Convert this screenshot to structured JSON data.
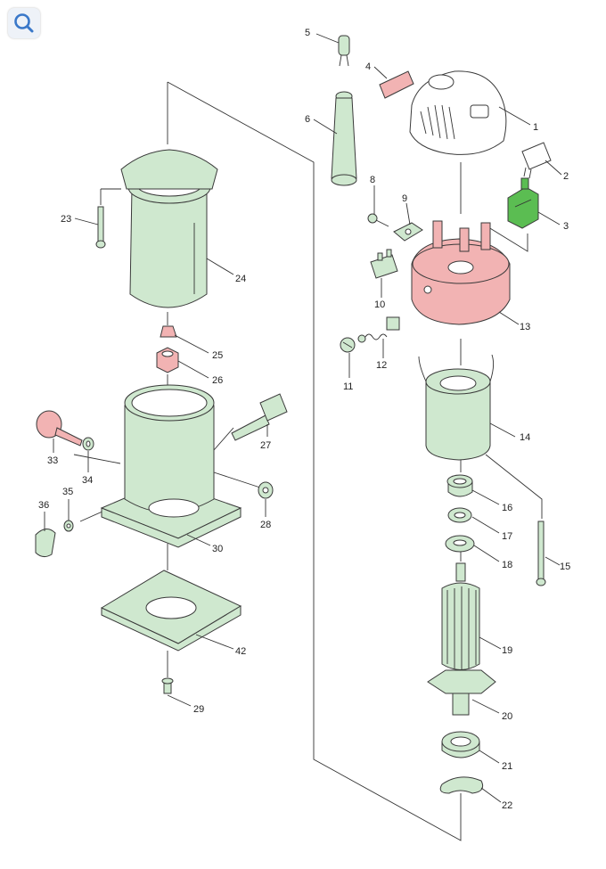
{
  "toolbar": {
    "zoom_icon": "search-icon"
  },
  "colors": {
    "part_green": "#cfe8cf",
    "part_pink": "#f2b3b3",
    "switch_green": "#5bbd52",
    "zoom_accent": "#3a78c9"
  },
  "callouts": {
    "1": "1",
    "2": "2",
    "3": "3",
    "4": "4",
    "5": "5",
    "6": "6",
    "8": "8",
    "9": "9",
    "10": "10",
    "11": "11",
    "12": "12",
    "13": "13",
    "14": "14",
    "15": "15",
    "16": "16",
    "17": "17",
    "18": "18",
    "19": "19",
    "20": "20",
    "21": "21",
    "22": "22",
    "23": "23",
    "24": "24",
    "25": "25",
    "26": "26",
    "27": "27",
    "28": "28",
    "29": "29",
    "30": "30",
    "33": "33",
    "34": "34",
    "35": "35",
    "36": "36",
    "42": "42"
  }
}
